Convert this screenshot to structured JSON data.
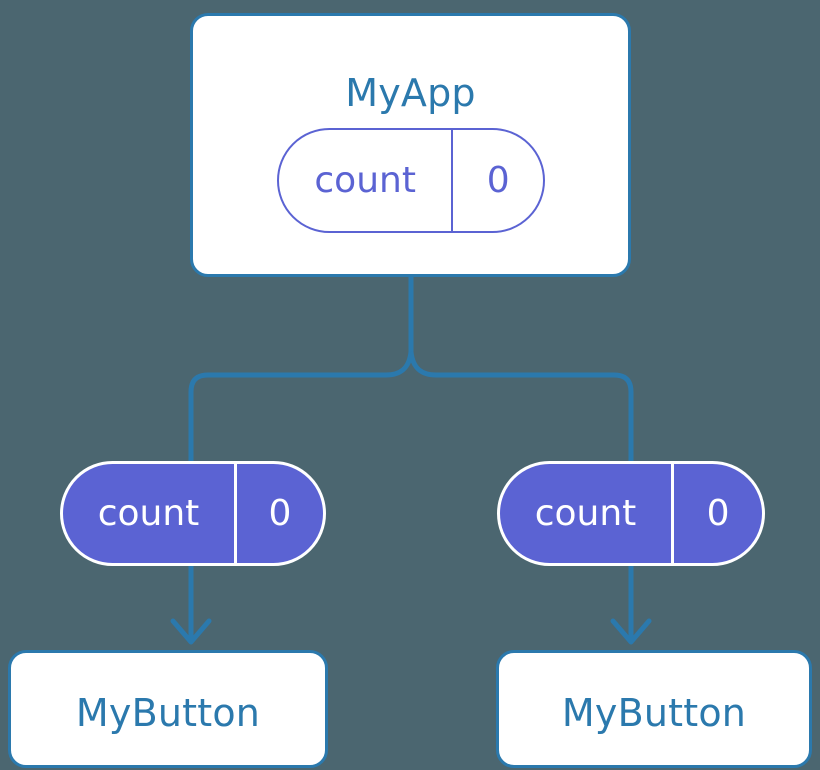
{
  "diagram": {
    "title": "MyApp component tree with count state passed to MyButton children",
    "background_color": "#4b6670",
    "colors": {
      "connector": "#2b79ad",
      "component_border": "#2b79ad",
      "component_fill": "#ffffff",
      "component_text": "#2b79ad",
      "state_accent": "#5b63d3",
      "state_text_on_fill": "#ffffff"
    }
  },
  "root": {
    "component_label": "MyApp",
    "state": {
      "key": "count",
      "value": "0"
    }
  },
  "branches": [
    {
      "state": {
        "key": "count",
        "value": "0"
      },
      "component_label": "MyButton"
    },
    {
      "state": {
        "key": "count",
        "value": "0"
      },
      "component_label": "MyButton"
    }
  ]
}
